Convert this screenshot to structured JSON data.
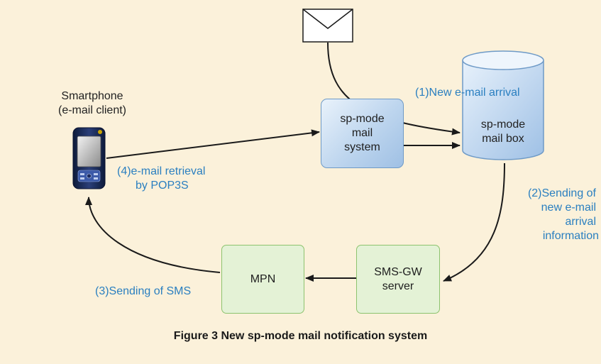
{
  "figure": {
    "caption": "Figure 3  New sp-mode mail notification system"
  },
  "nodes": {
    "smartphone_label_1": "Smartphone",
    "smartphone_label_2": "(e-mail client)",
    "spmode_mail_system": "sp-mode\nmail\nsystem",
    "mailbox_line_1": "sp-mode",
    "mailbox_line_2": "mail box",
    "sms_gw_server": "SMS-GW\nserver",
    "mpn": "MPN"
  },
  "steps": {
    "step1": "(1)New e-mail arrival",
    "step2_line_1": "(2)Sending of",
    "step2_line_2": "new e-mail",
    "step2_line_3": "arrival",
    "step2_line_4": "information",
    "step3": "(3)Sending of SMS",
    "step4_line_1": "(4)e-mail retrieval",
    "step4_line_2": "by POP3S"
  },
  "colors": {
    "background": "#fbf1da",
    "step_text": "#2a7fc0",
    "system_box": "#bdd5ee",
    "server_box": "#e4f2d6",
    "arrow": "#1a1a1a"
  },
  "icons": {
    "envelope": "envelope-icon",
    "smartphone": "smartphone-icon",
    "database": "database-icon"
  }
}
